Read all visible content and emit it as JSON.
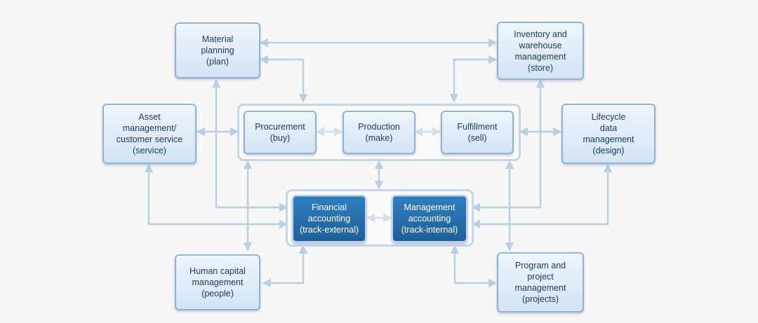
{
  "nodes": {
    "material_planning": "Material\nplanning\n(plan)",
    "inventory": "Inventory and\nwarehouse\nmanagement\n(store)",
    "asset_management": "Asset\nmanagement/\ncustomer service\n(service)",
    "procurement": "Procurement\n(buy)",
    "production": "Production\n(make)",
    "fulfillment": "Fulfillment\n(sell)",
    "lifecycle": "Lifecycle\ndata\nmanagement\n(design)",
    "financial_accounting": "Financial\naccounting\n(track-external)",
    "management_accounting": "Management\naccounting\n(track-internal)",
    "human_capital": "Human capital\nmanagement\n(people)",
    "program_project": "Program and\nproject\nmanagement\n(projects)"
  },
  "colors": {
    "connector": "#b9cfe6",
    "box_border": "#8fb2d6",
    "dark_box": "#2a74b3",
    "text": "#1b3a5c"
  }
}
